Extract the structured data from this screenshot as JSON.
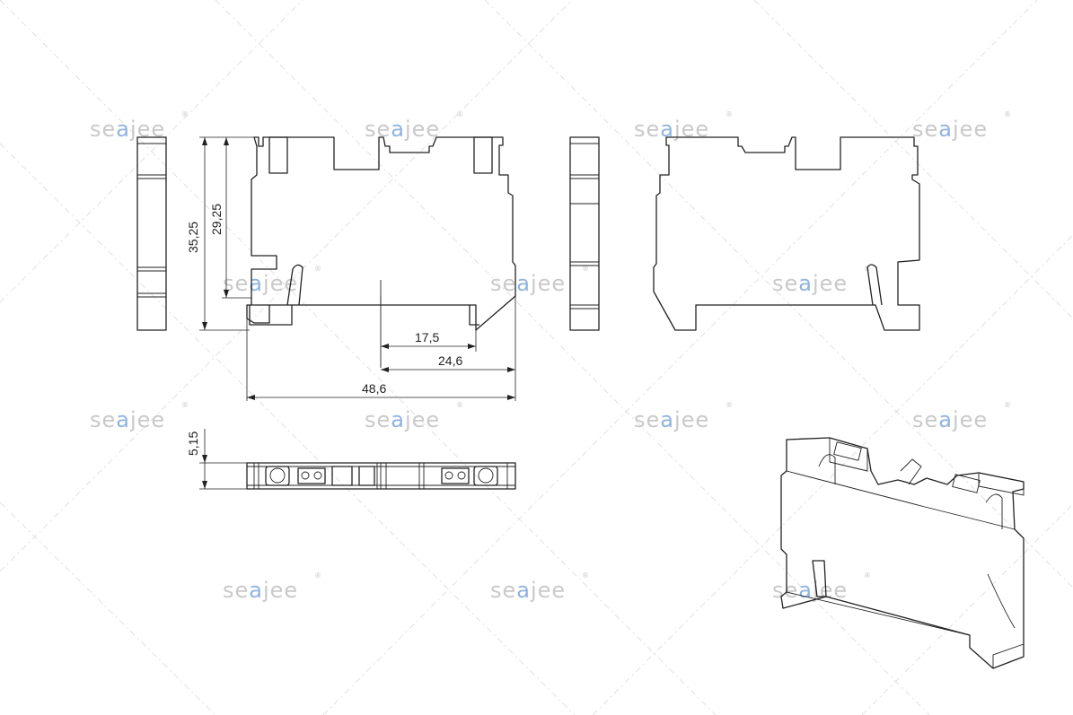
{
  "watermark": {
    "prefix": "se",
    "accent": "a",
    "suffix": "jee",
    "registered": "®",
    "accent_color": "#8fb3e0",
    "text_color": "#c9c9c9"
  },
  "dimensions": {
    "height_total": "35,25",
    "height_rail": "29,25",
    "width_a": "17,5",
    "width_b": "24,6",
    "width_total": "48,6",
    "thickness": "5,15"
  }
}
